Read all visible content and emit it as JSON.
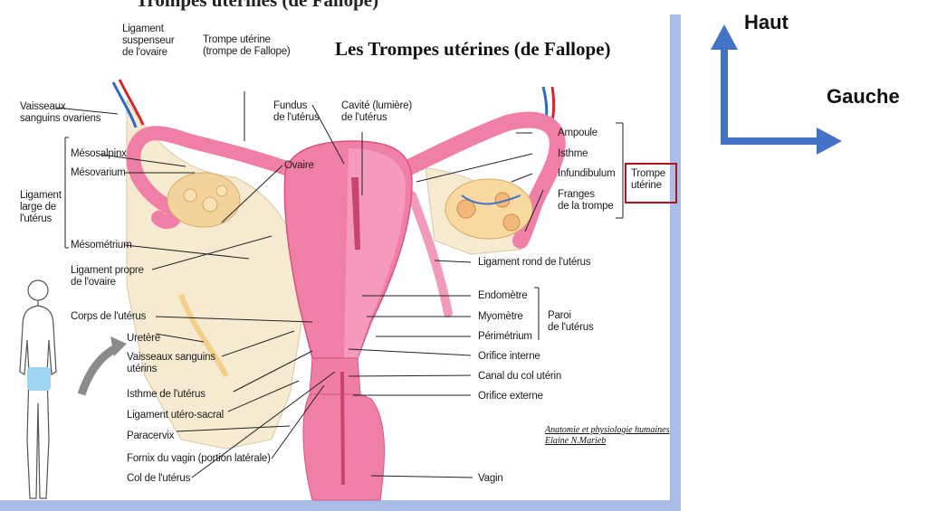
{
  "header_fragment": "Trompes utérines (de Fallope)",
  "title": "Les Trompes utérines (de Fallope)",
  "labels_left": {
    "ligament_suspenseur": [
      "Ligament",
      "suspenseur",
      "de l'ovaire"
    ],
    "trompe_uterine_top": [
      "Trompe utérine",
      "(trompe de Fallope)"
    ],
    "vaisseaux_ovariens": [
      "Vaisseaux",
      "sanguins ovariens"
    ],
    "fundus": [
      "Fundus",
      "de l'utérus"
    ],
    "cavite": [
      "Cavité (lumière)",
      "de l'utérus"
    ],
    "mesosalpinx": "Mésosalpinx",
    "ovaire": "Ovaire",
    "mesovarium": "Mésovarium",
    "ligament_large": [
      "Ligament",
      "large de",
      "l'utérus"
    ],
    "mesometrium": "Mésométrium",
    "ligament_propre": [
      "Ligament propre",
      "de l'ovaire"
    ],
    "corps_uterus": "Corps de l'utérus",
    "uretere": "Uretère",
    "vaisseaux_uterins": [
      "Vaisseaux sanguins",
      "utérins"
    ],
    "isthme_uterus": "Isthme de l'utérus",
    "ligament_utero_sacral": "Ligament utéro-sacral",
    "paracervix": "Paracervix",
    "fornix": "Fornix du vagin (portion latérale)",
    "col_uterus": "Col de l'utérus"
  },
  "labels_right": {
    "ampoule": "Ampoule",
    "isthme": "Isthme",
    "infundibulum": "Infundibulum",
    "franges": [
      "Franges",
      "de la trompe"
    ],
    "trompe_uterine": [
      "Trompe",
      "utérine"
    ],
    "ligament_rond": "Ligament rond de l'utérus",
    "endometre": "Endomètre",
    "myometre": "Myomètre",
    "perimetrium": "Périmétrium",
    "paroi": [
      "Paroi",
      "de l'utérus"
    ],
    "orifice_interne": "Orifice interne",
    "canal_col": "Canal du col utérin",
    "orifice_externe": "Orifice externe",
    "vagin": "Vagin"
  },
  "credit": [
    "Anatomie et physiologie humaines",
    "Elaine N.Marieb"
  ],
  "orientation": {
    "up_label": "Haut",
    "right_label": "Gauche",
    "arrow_color": "#4472c4"
  },
  "colors": {
    "tissue": "#f07fa8",
    "tissue_dark": "#d9537f",
    "ligament": "#f6ead0",
    "frame": "#aabde6",
    "highlight": "#b3121c"
  }
}
